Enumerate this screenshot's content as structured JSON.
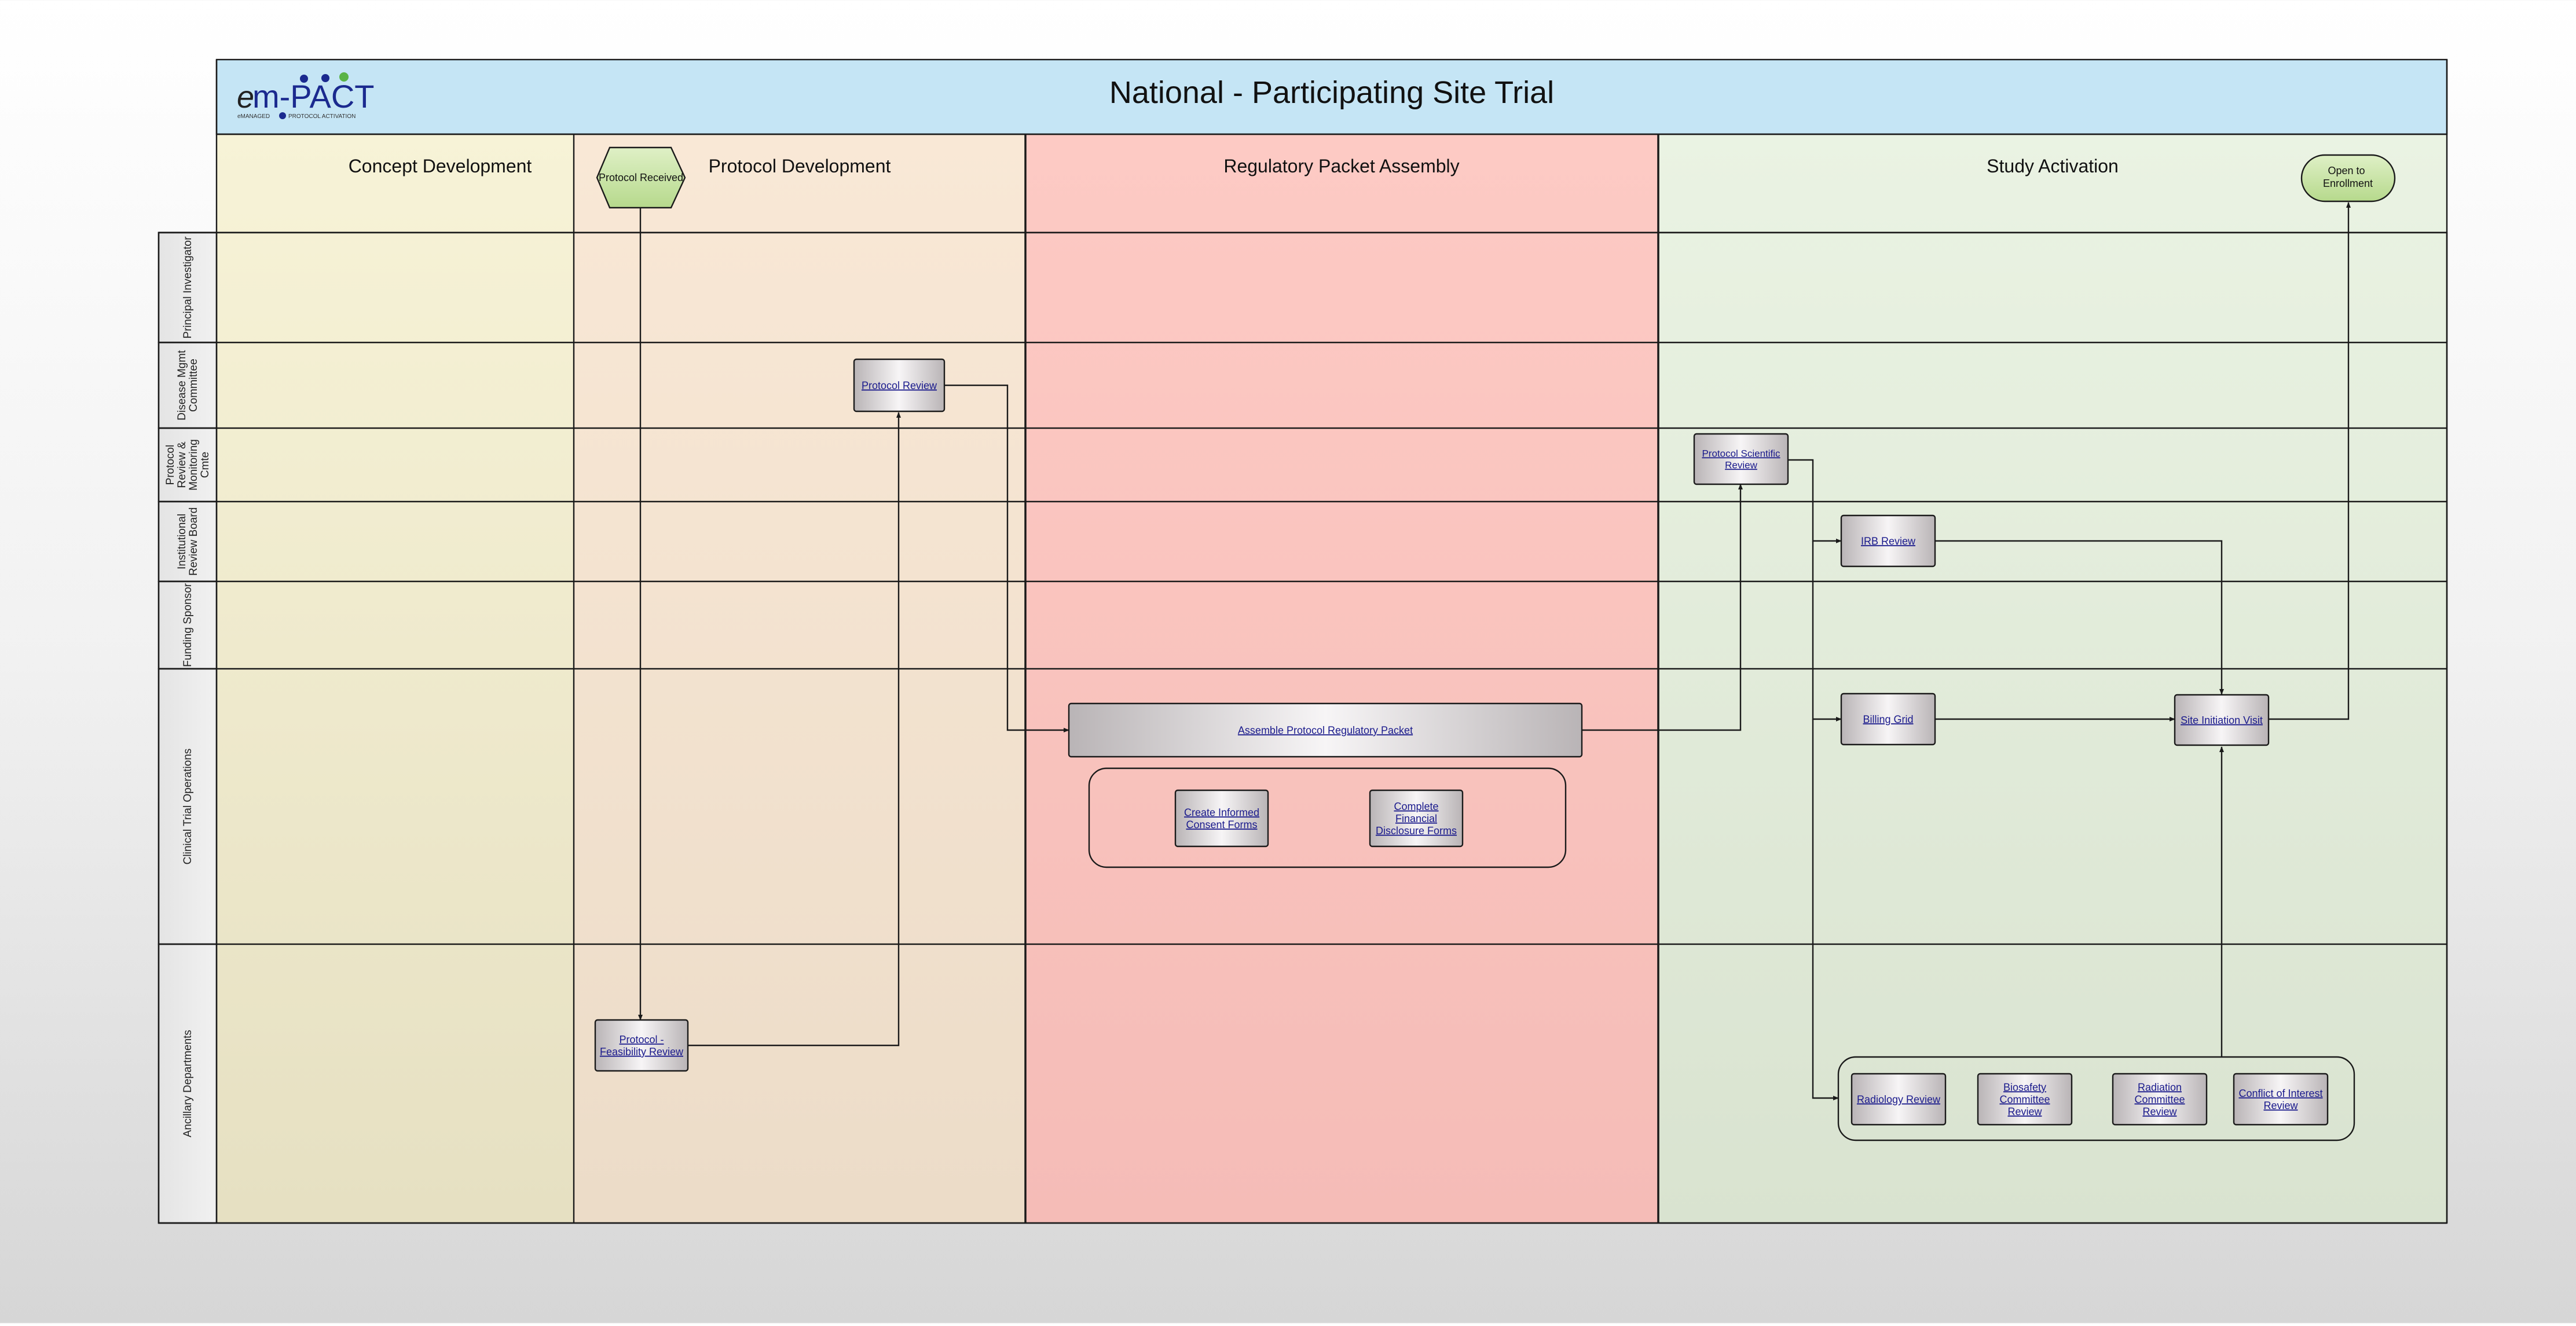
{
  "title": "National - Participating Site Trial",
  "logo": {
    "brand": "m-PACT",
    "lead_glyph": "e",
    "sub_left": "eMANAGED",
    "sub_right": "PROTOCOL ACTIVATION"
  },
  "phases": [
    "Concept Development",
    "Protocol Development",
    "Regulatory Packet Assembly",
    "Study Activation"
  ],
  "lanes": [
    {
      "label": [
        "Principal Investigator"
      ]
    },
    {
      "label": [
        "Disease Mgmt",
        "Committee"
      ]
    },
    {
      "label": [
        "Protocol",
        "Review &",
        "Monitoring",
        "Cmte"
      ]
    },
    {
      "label": [
        "Institutional",
        "Review Board"
      ]
    },
    {
      "label": [
        "Funding Sponsor"
      ]
    },
    {
      "label": [
        "Clinical Trial Operations"
      ]
    },
    {
      "label": [
        "Ancillary Departments"
      ]
    }
  ],
  "start_event": "Protocol Received",
  "end_event": [
    "Open to",
    "Enrollment"
  ],
  "tasks": {
    "protocol_review": [
      "Protocol Review"
    ],
    "feasibility_review": [
      "Protocol -",
      "Feasibility Review"
    ],
    "assemble_packet": [
      "Assemble Protocol Regulatory Packet"
    ],
    "informed_consent": [
      "Create Informed",
      "Consent Forms"
    ],
    "financial_disclosure": [
      "Complete",
      "Financial",
      "Disclosure Forms"
    ],
    "scientific_review": [
      "Protocol Scientific",
      "Review"
    ],
    "irb_review": [
      "IRB Review"
    ],
    "billing_grid": [
      "Billing Grid"
    ],
    "site_initiation": [
      "Site Initiation Visit"
    ],
    "radiology_review": [
      "Radiology Review"
    ],
    "biosafety_review": [
      "Biosafety",
      "Committee",
      "Review"
    ],
    "radiation_review": [
      "Radiation",
      "Committee",
      "Review"
    ],
    "conflict_review": [
      "Conflict of Interest",
      "Review"
    ]
  },
  "colors": {
    "header": "#c5e5f5",
    "concept": "#f6f1d4",
    "protocol_dev": "#f8e6d3",
    "regulatory": "#fdc9c2",
    "activation": "#e9f2e1",
    "event_green": "#c8e4a6"
  },
  "icons": [
    "arrowhead-icon"
  ]
}
